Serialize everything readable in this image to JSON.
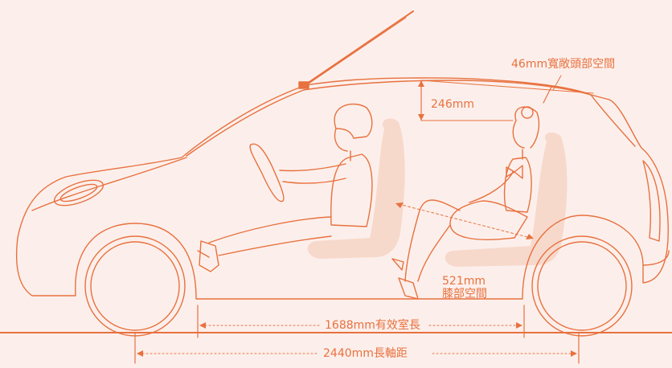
{
  "colors": {
    "background": "#fcefeb",
    "line": "#e8713f",
    "seat_fill": "#f7d9cc"
  },
  "labels": {
    "headroom_front": "246mm",
    "headroom_rear": "46mm寬敞頭部空間",
    "knee_value": "521mm",
    "knee_caption": "膝部空間",
    "cabin_length": "1688mm有效室長",
    "wheelbase": "2440mm長軸距"
  }
}
